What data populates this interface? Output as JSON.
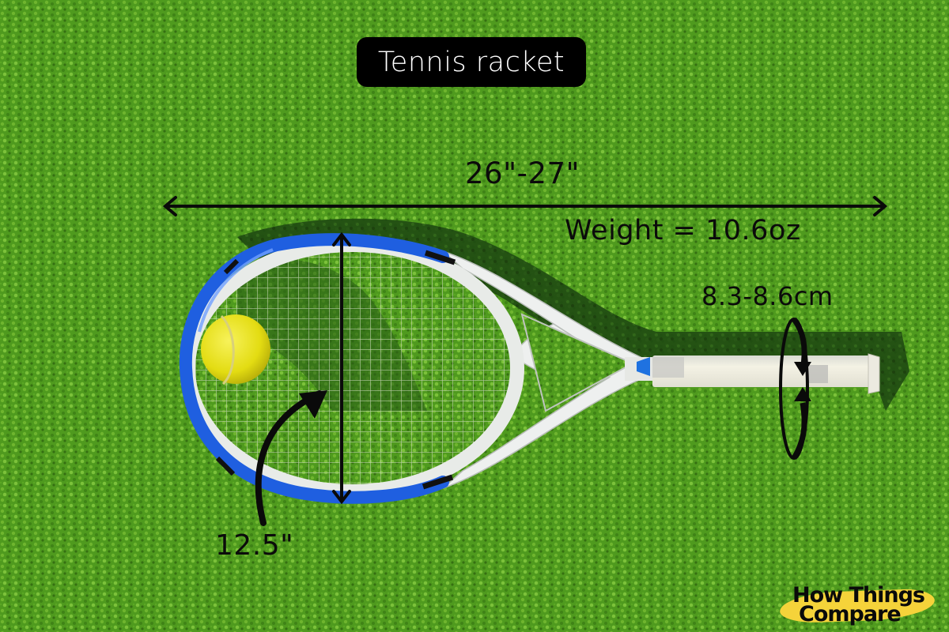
{
  "title": "Tennis racket",
  "annotations": {
    "length": "26\"-27\"",
    "weight": "Weight = 10.6oz",
    "grip_circumference": "8.3-8.6cm",
    "head_width": "12.5\""
  },
  "logo": {
    "line1": "How Things",
    "line2": "Compare"
  },
  "colors": {
    "grass": "#4f9a1e",
    "grass_light": "#7cc23a",
    "frame_blue": "#1f5fe0",
    "frame_white": "#eef0ef",
    "ball": "#e7e21a",
    "label_bg": "#000000",
    "logo_swash": "#f5d33a"
  }
}
